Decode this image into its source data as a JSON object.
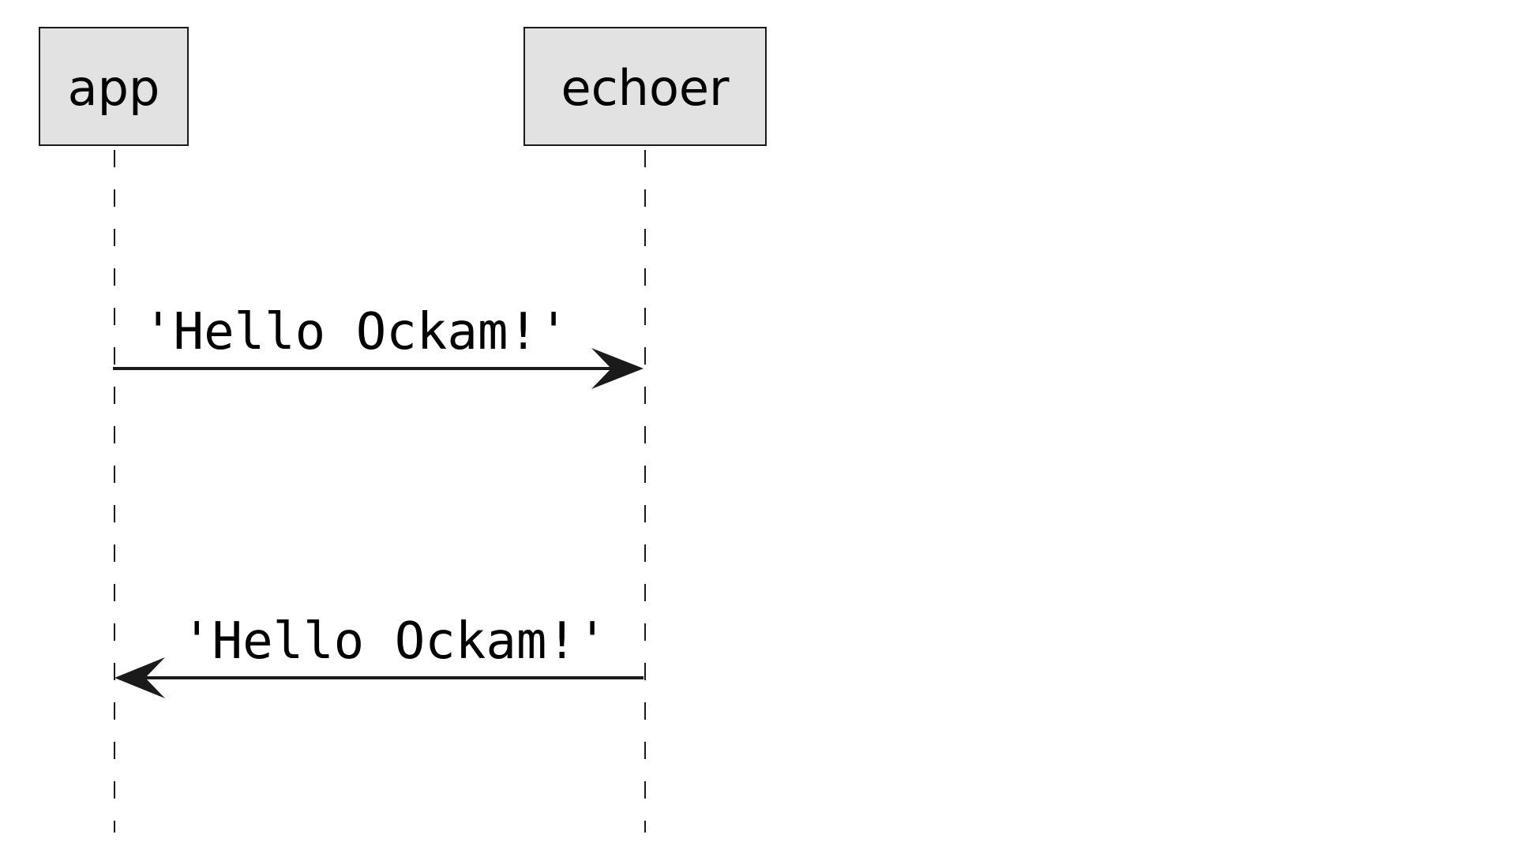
{
  "participants": [
    {
      "id": "app",
      "label": "app"
    },
    {
      "id": "echoer",
      "label": "echoer"
    }
  ],
  "messages": [
    {
      "from": "app",
      "to": "echoer",
      "label": "'Hello Ockam!'"
    },
    {
      "from": "echoer",
      "to": "app",
      "label": "'Hello Ockam!'"
    }
  ],
  "colors": {
    "participant_fill": "#e2e2e2",
    "stroke": "#1a1a1a"
  }
}
